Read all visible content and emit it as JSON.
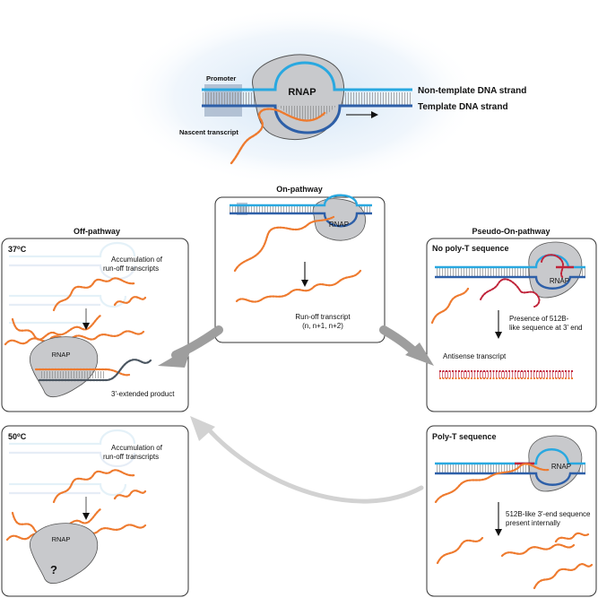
{
  "top": {
    "rnap": "RNAP",
    "promoter": "Promoter",
    "nascent": "Nascent transcript",
    "non_template": "Non-template DNA strand",
    "template": "Template DNA strand"
  },
  "sections": {
    "on_pathway": "On-pathway",
    "off_pathway": "Off-pathway",
    "pseudo": "Pseudo-On-pathway"
  },
  "panel_on": {
    "rnap": "RNAP",
    "runoff_line1": "Run-off transcript",
    "runoff_line2": "(n, n+1, n+2)"
  },
  "panel_37": {
    "temp_base": "37",
    "temp_sup": "o",
    "temp_unit": "C",
    "accum_line1": "Accumulation of",
    "accum_line2": "run-off transcripts",
    "rnap": "RNAP",
    "extended": "3'-extended product"
  },
  "panel_50": {
    "temp_base": "50",
    "temp_sup": "o",
    "temp_unit": "C",
    "accum_line1": "Accumulation of",
    "accum_line2": "run-off transcripts",
    "rnap": "RNAP",
    "question": "?"
  },
  "panel_nopolyt": {
    "title": "No poly-T sequence",
    "rnap": "RNAP",
    "presence_line1": "Presence of 512B-",
    "presence_line2": "like sequence at 3' end",
    "antisense": "Antisense transcript"
  },
  "panel_polyt": {
    "title": "Poly-T sequence",
    "rnap": "RNAP",
    "internal_line1": "512B-like 3'-end sequence",
    "internal_line2": "present internally"
  },
  "colors": {
    "dna_light": "#29a8e0",
    "dna_dark": "#2d5fa8",
    "transcript": "#ee7a2e",
    "antisense": "#c0243a",
    "extended": "#4a5560",
    "rnap_fill": "#c8c9cc",
    "arrow_grey": "#9e9e9e",
    "faded": "#d4eaf6"
  }
}
